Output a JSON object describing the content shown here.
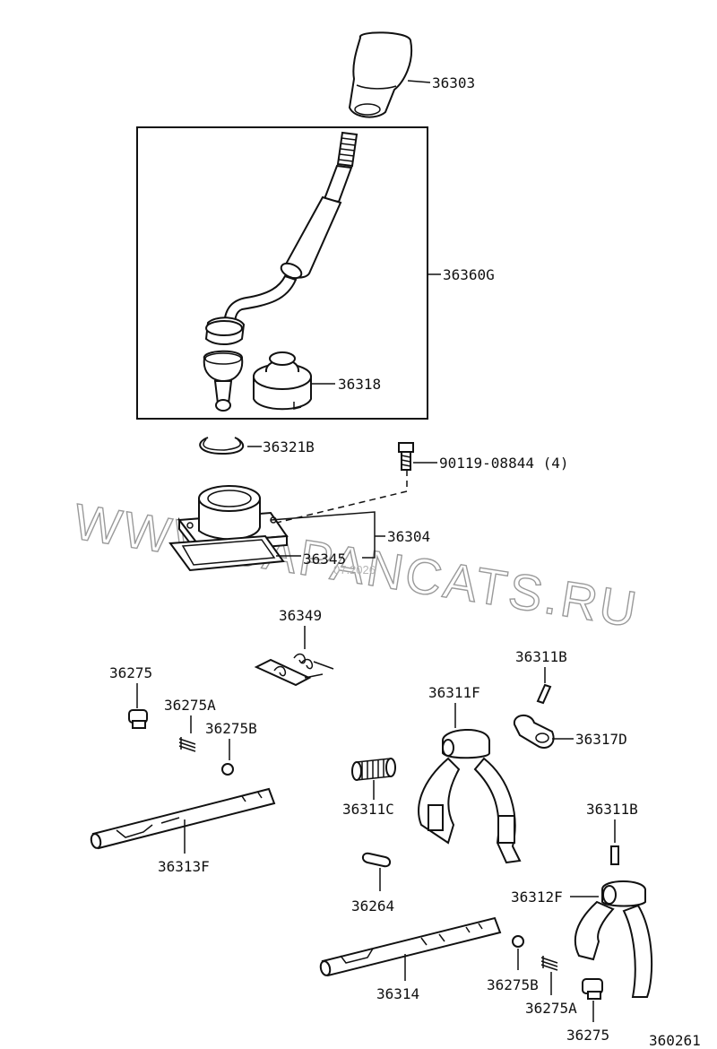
{
  "diagram_code": "360261",
  "watermark": {
    "text": "WWW.JAPANCATS.RU",
    "date": "07.2026"
  },
  "labels": {
    "knob": "36303",
    "lever_assy": "36360G",
    "boot": "36318",
    "snap_ring": "36321B",
    "bolt": "90119-08844 (4)",
    "retainer": "36304",
    "gasket": "36345",
    "spring_set": "36349",
    "plug_left": "36275",
    "spring_left": "36275A",
    "ball_left": "36275B",
    "shaft_left": "36313F",
    "pin_top": "36311B",
    "fork_top": "36311F",
    "head": "36317D",
    "compression_spring": "36311C",
    "interlock_pin": "36264",
    "pin_right": "36311B",
    "fork_right": "36312F",
    "shaft_center": "36314",
    "ball_right": "36275B",
    "spring_right": "36275A",
    "plug_right": "36275"
  }
}
